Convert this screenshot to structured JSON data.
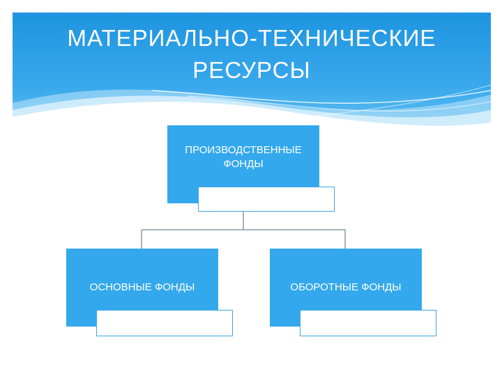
{
  "title": {
    "line1": "МАТЕРИАЛЬНО-ТЕХНИЧЕСКИЕ",
    "line2": "РЕСУРСЫ"
  },
  "diagram": {
    "root": {
      "label_line1": "ПРОИЗВОДСТВЕННЫЕ",
      "label_line2": "ФОНДЫ"
    },
    "left": {
      "label": "ОСНОВНЫЕ ФОНДЫ"
    },
    "right": {
      "label": "ОБОРОТНЫЕ ФОНДЫ"
    }
  },
  "colors": {
    "header_blue": "#2b9fe6",
    "box_blue": "#34a8ec",
    "outline_blue": "#3fa6e0",
    "connector": "#4a6b80"
  }
}
